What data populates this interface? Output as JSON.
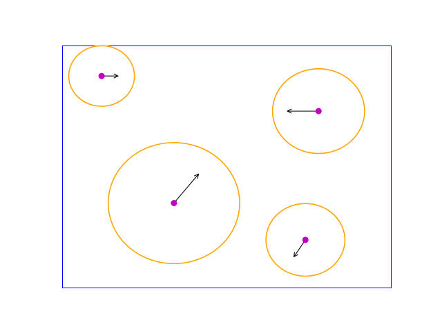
{
  "colors": {
    "frame": "#0000ff",
    "circle": "#ffa500",
    "center": "#bf00bf",
    "arrow": "#000000",
    "background": "#ffffff"
  },
  "axes": {
    "xlim": [
      0,
      1
    ],
    "ylim": [
      0,
      1
    ],
    "grid": false,
    "ticks": false
  },
  "objects": [
    {
      "center": [
        0.12,
        0.874
      ],
      "radii": [
        0.1,
        0.125
      ],
      "velocity": [
        0.05,
        0.0
      ]
    },
    {
      "center": [
        0.78,
        0.729
      ],
      "radii": [
        0.14,
        0.175
      ],
      "velocity": [
        -0.095,
        0.0
      ]
    },
    {
      "center": [
        0.34,
        0.349
      ],
      "radii": [
        0.2,
        0.25
      ],
      "velocity": [
        0.075,
        0.12
      ]
    },
    {
      "center": [
        0.74,
        0.197
      ],
      "radii": [
        0.12,
        0.15
      ],
      "velocity": [
        -0.035,
        -0.07
      ]
    }
  ]
}
